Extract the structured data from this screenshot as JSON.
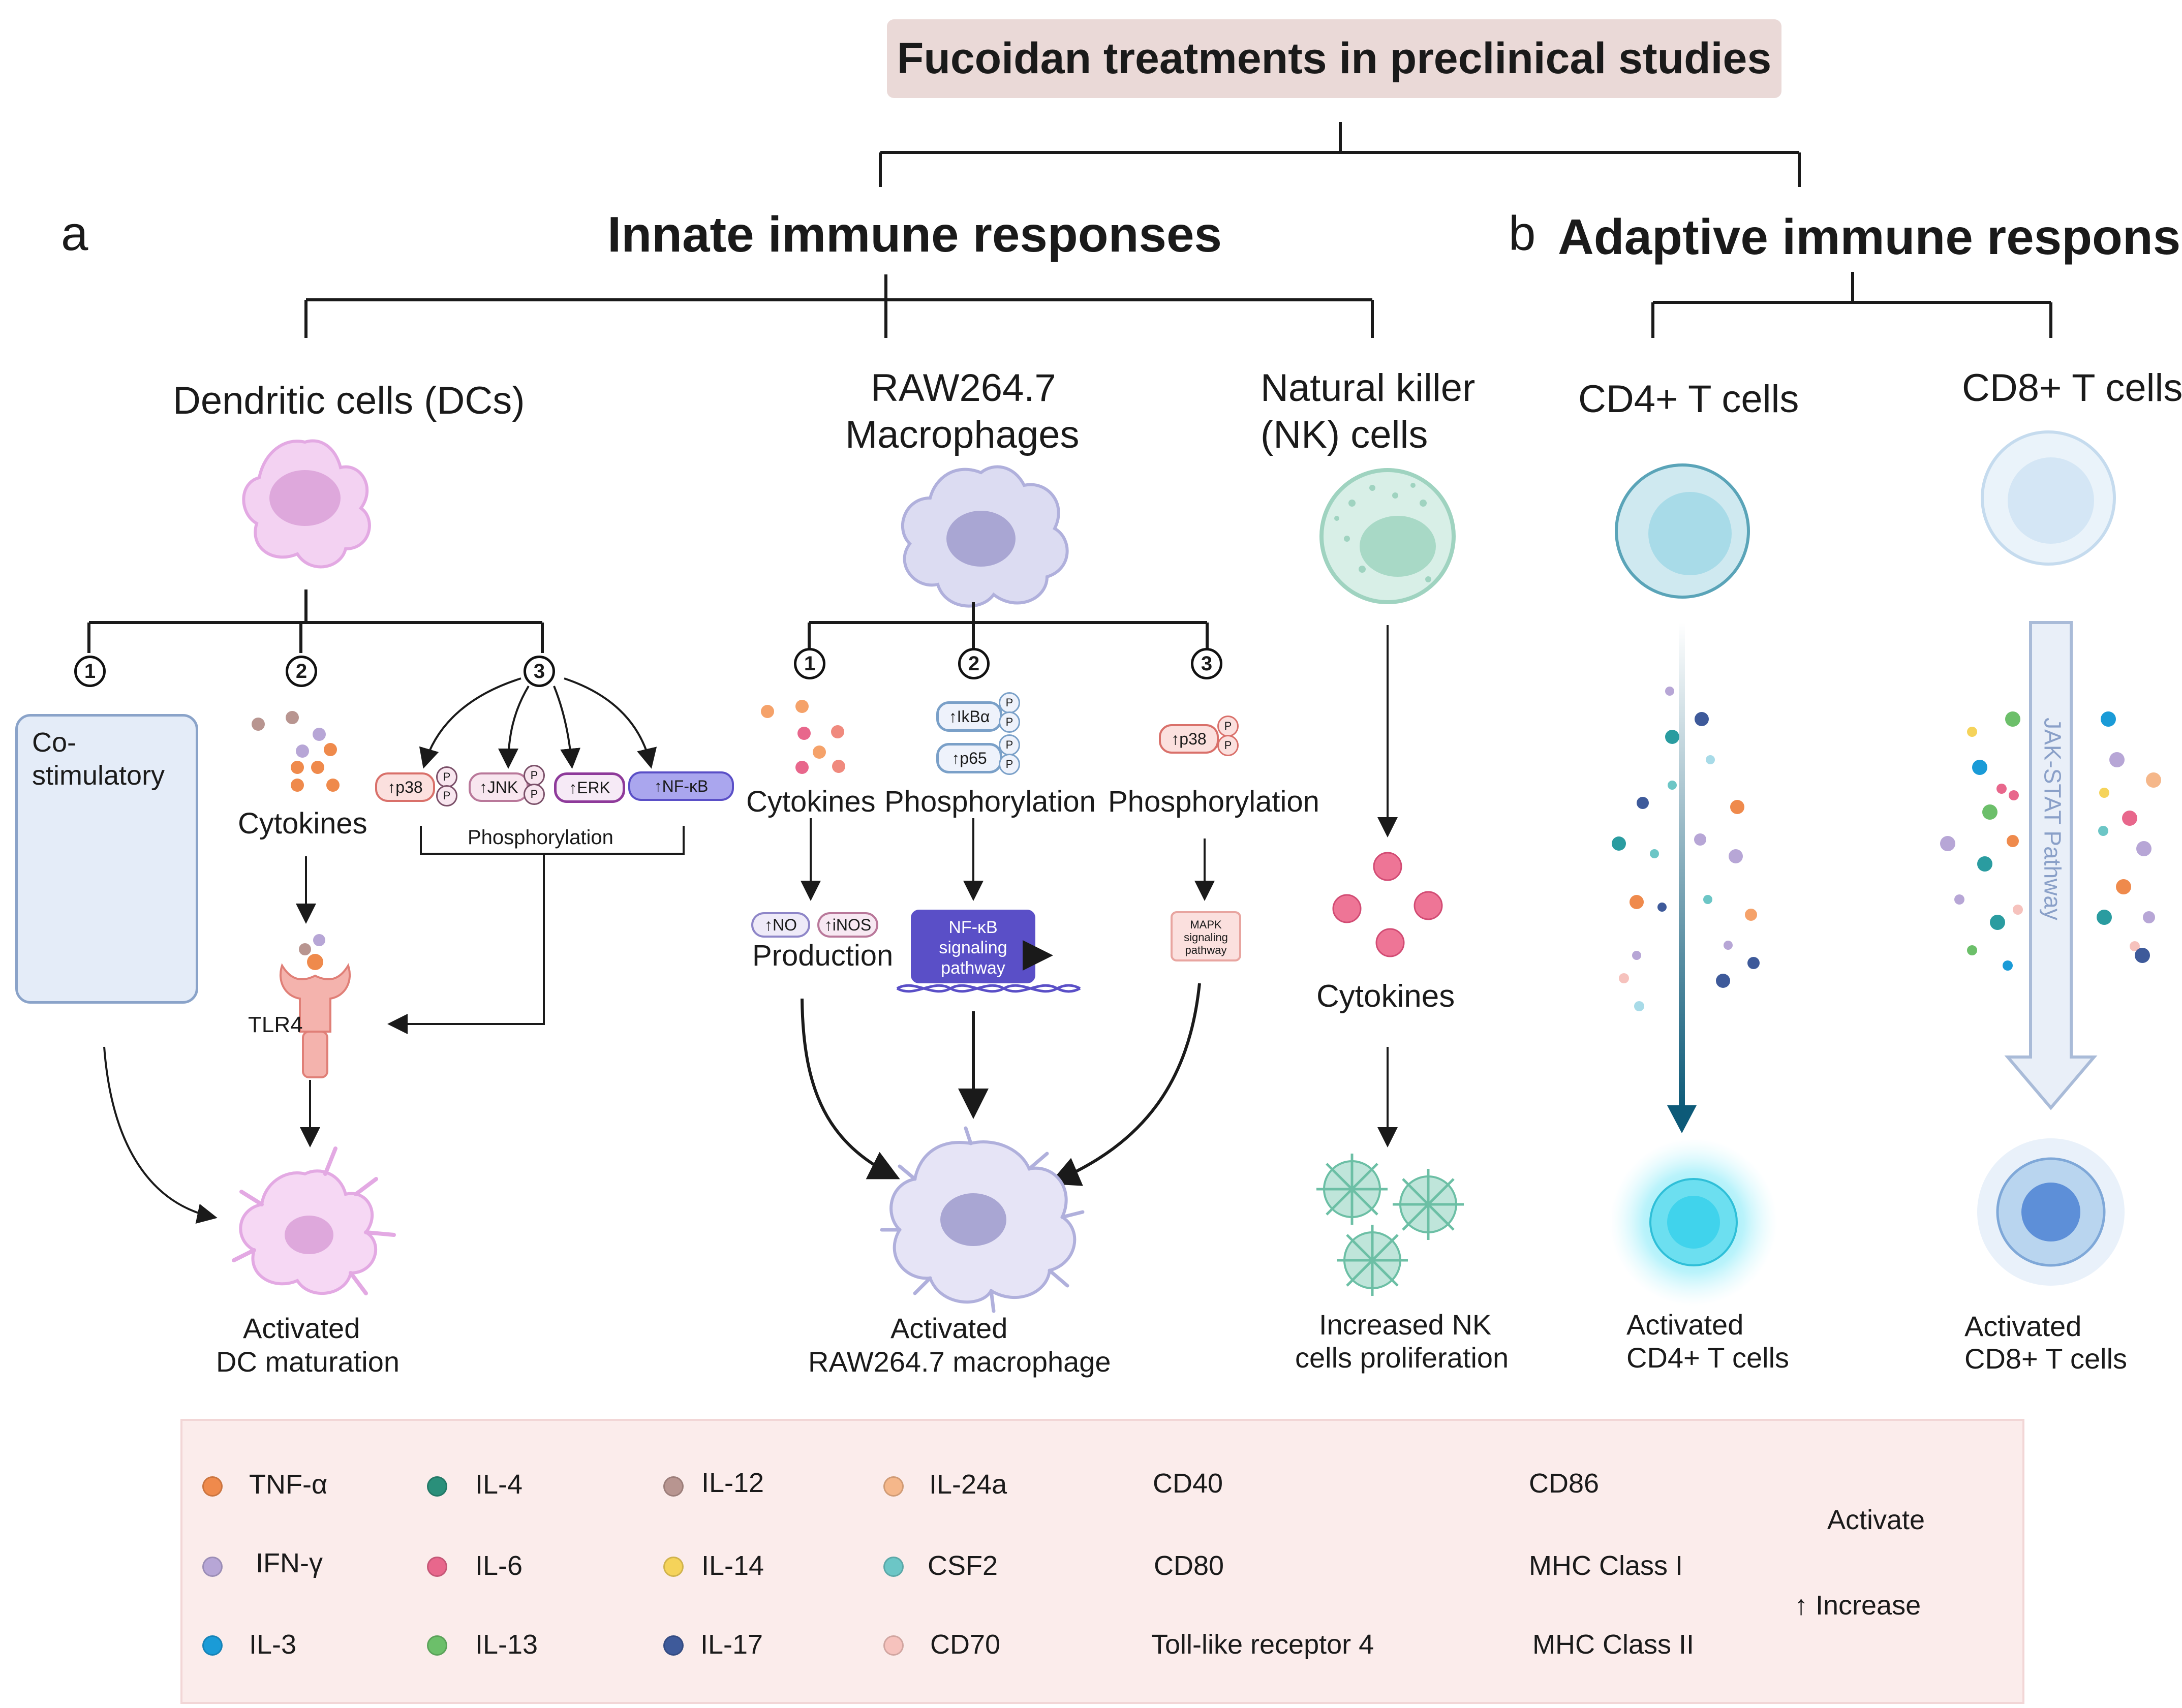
{
  "title": "Fucoidan treatments in preclinical studies",
  "panel_a": {
    "letter": "a",
    "heading": "Innate immune responses",
    "dc": {
      "title": "Dendritic cells (DCs)",
      "step1": "1",
      "step2": "2",
      "step3": "3",
      "costim_label_1": "Co-",
      "costim_label_2": "stimulatory",
      "cytokines": "Cytokines",
      "phosphorylation": "Phosphorylation",
      "p38": "↑p38",
      "jnk": "↑JNK",
      "erk": "↑ERK",
      "nfkb": "↑NF-κB",
      "p": "P",
      "tlr4": "TLR4",
      "result_1": "Activated",
      "result_2": "DC maturation"
    },
    "raw": {
      "title_1": "RAW264.7",
      "title_2": "Macrophages",
      "step1": "1",
      "step2": "2",
      "step3": "3",
      "cytokines": "Cytokines",
      "phosphorylation_1": "Phosphorylation",
      "phosphorylation_2": "Phosphorylation",
      "ikba": "↑IkBα",
      "p65": "↑p65",
      "p38": "↑p38",
      "p": "P",
      "no": "↑NO",
      "inos": "↑iNOS",
      "production": "Production",
      "nfkb_box_1": "NF-κB",
      "nfkb_box_2": "signaling",
      "nfkb_box_3": "pathway",
      "mapk_1": "MAPK",
      "mapk_2": "signaling",
      "mapk_3": "pathway",
      "result_1": "Activated",
      "result_2": "RAW264.7 macrophage"
    },
    "nk": {
      "title_1": "Natural killer",
      "title_2": "(NK) cells",
      "cytokines": "Cytokines",
      "result_1": "Increased NK",
      "result_2": "cells proliferation"
    }
  },
  "panel_b": {
    "letter": "b",
    "heading": "Adaptive immune responses",
    "cd4": {
      "title": "CD4+ T cells",
      "result_1": "Activated",
      "result_2": "CD4+ T cells"
    },
    "cd8": {
      "title": "CD8+ T cells",
      "pathway": "JAK-STAT Pathway",
      "result_1": "Activated",
      "result_2": "CD8+ T cells"
    }
  },
  "legend": {
    "col1": [
      {
        "label": "TNF-α",
        "color": "#ef8a4c"
      },
      {
        "label": "IFN-γ",
        "color": "#b7a6d6"
      },
      {
        "label": "IL-3",
        "color": "#1a9bd7"
      }
    ],
    "col2": [
      {
        "label": "IL-4",
        "color": "#2a8f7a"
      },
      {
        "label": "IL-6",
        "color": "#e8678c"
      },
      {
        "label": "IL-13",
        "color": "#6cbf6a"
      }
    ],
    "col3": [
      {
        "label": "IL-12",
        "color": "#b89590"
      },
      {
        "label": "IL-14",
        "color": "#f5d35a"
      },
      {
        "label": "IL-17",
        "color": "#3e5a9a"
      }
    ],
    "col4": [
      {
        "label": "IL-24a",
        "color": "#f5b78a"
      },
      {
        "label": "CSF2",
        "color": "#6cc6c6"
      },
      {
        "label": "CD70",
        "color": "#f6c2bd"
      }
    ],
    "receptors_a": [
      "CD40",
      "CD80",
      "Toll-like receptor 4"
    ],
    "receptors_b": [
      "CD86",
      "MHC Class I",
      "MHC Class II"
    ],
    "activate": "Activate",
    "increase": "↑ Increase"
  }
}
